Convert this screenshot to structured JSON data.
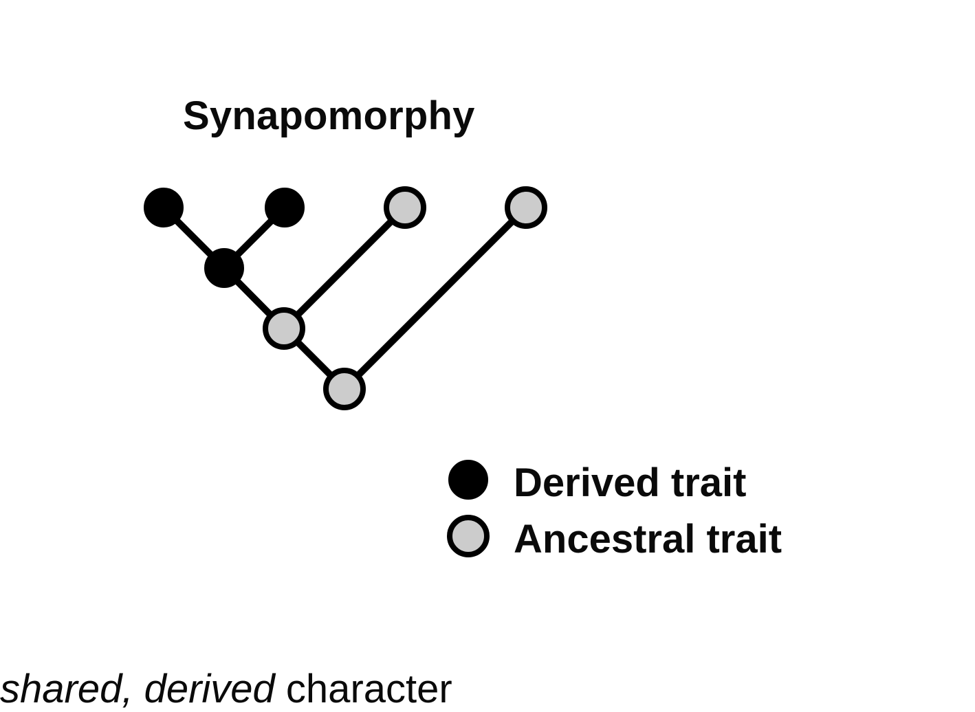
{
  "title": "Synapomorphy",
  "colors": {
    "derived_fill": "#000000",
    "ancestral_fill": "#cccccc",
    "stroke": "#000000"
  },
  "tree": {
    "leaves": [
      {
        "id": "leaf-1",
        "trait": "derived"
      },
      {
        "id": "leaf-2",
        "trait": "derived"
      },
      {
        "id": "leaf-3",
        "trait": "ancestral"
      },
      {
        "id": "leaf-4",
        "trait": "ancestral"
      }
    ],
    "internal_nodes": [
      {
        "id": "node-a",
        "trait": "derived",
        "children": [
          "leaf-1",
          "leaf-2"
        ]
      },
      {
        "id": "node-b",
        "trait": "ancestral",
        "children": [
          "node-a",
          "leaf-3"
        ]
      },
      {
        "id": "node-root",
        "trait": "ancestral",
        "children": [
          "node-b",
          "leaf-4"
        ]
      }
    ]
  },
  "legend": {
    "derived_label": "Derived trait",
    "ancestral_label": "Ancestral trait"
  },
  "caption": {
    "part1": "shared, derived",
    "part2": " character"
  }
}
